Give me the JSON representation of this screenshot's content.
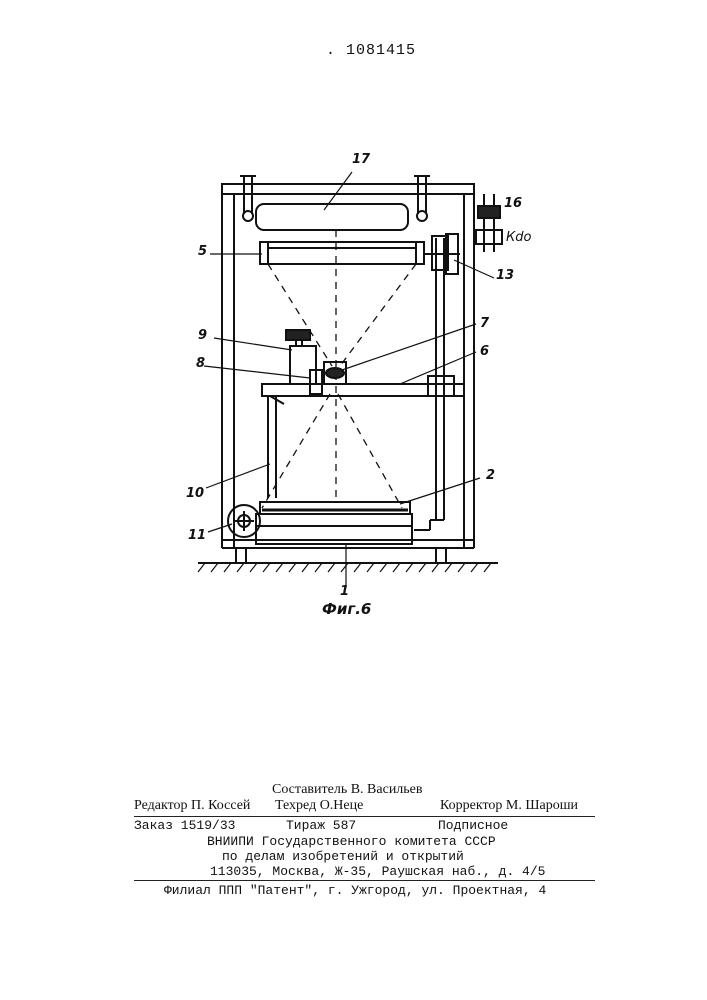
{
  "patent_number": ". 1081415",
  "figure": {
    "caption": "Фиг.6",
    "labels": {
      "l17": "17",
      "l16": "16",
      "kdo": "Кdo",
      "l5": "5",
      "l13": "13",
      "l9": "9",
      "l7": "7",
      "l8": "8",
      "l6": "6",
      "l10": "10",
      "l2": "2",
      "l11": "11",
      "l1": "1"
    }
  },
  "colophon": {
    "compiler": "Составитель В. Васильев",
    "editor": "Редактор П. Коссей",
    "techred": "Техред О.Неце",
    "corrector": "Корректор М. Шароши",
    "order": "Заказ 1519/33",
    "circulation": "Тираж 587",
    "subscription": "Подписное",
    "org1": "ВНИИПИ Государственного комитета СССР",
    "org2": "по делам изобретений и открытий",
    "address": "113035, Москва, Ж-35, Раушская наб., д. 4/5",
    "branch": "Филиал ППП \"Патент\", г. Ужгород, ул. Проектная, 4"
  }
}
